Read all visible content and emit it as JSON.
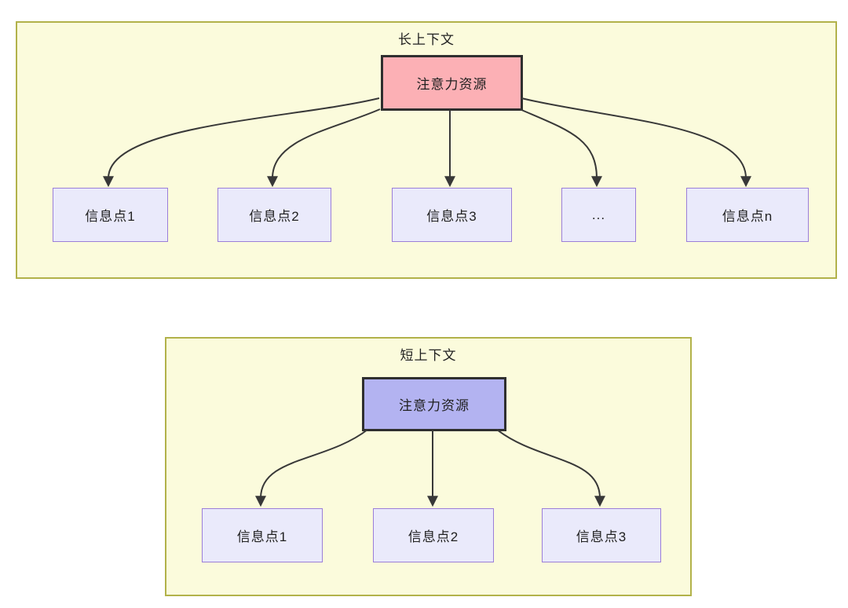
{
  "diagram": {
    "panels": [
      {
        "title": "长上下文",
        "source": {
          "label": "注意力资源"
        },
        "targets": [
          {
            "label": "信息点1"
          },
          {
            "label": "信息点2"
          },
          {
            "label": "信息点3"
          },
          {
            "label": "..."
          },
          {
            "label": "信息点n"
          }
        ]
      },
      {
        "title": "短上下文",
        "source": {
          "label": "注意力资源"
        },
        "targets": [
          {
            "label": "信息点1"
          },
          {
            "label": "信息点2"
          },
          {
            "label": "信息点3"
          }
        ]
      }
    ],
    "colors": {
      "panel_bg": "#FBFBDC",
      "panel_border": "#B2B24A",
      "long_source_fill": "#FCB0B5",
      "short_source_fill": "#B3B3F1",
      "source_border": "#2F2F2F",
      "target_fill": "#EAEAFB",
      "target_border": "#9B7ED9",
      "arrow": "#383838",
      "text": "#212121"
    }
  }
}
